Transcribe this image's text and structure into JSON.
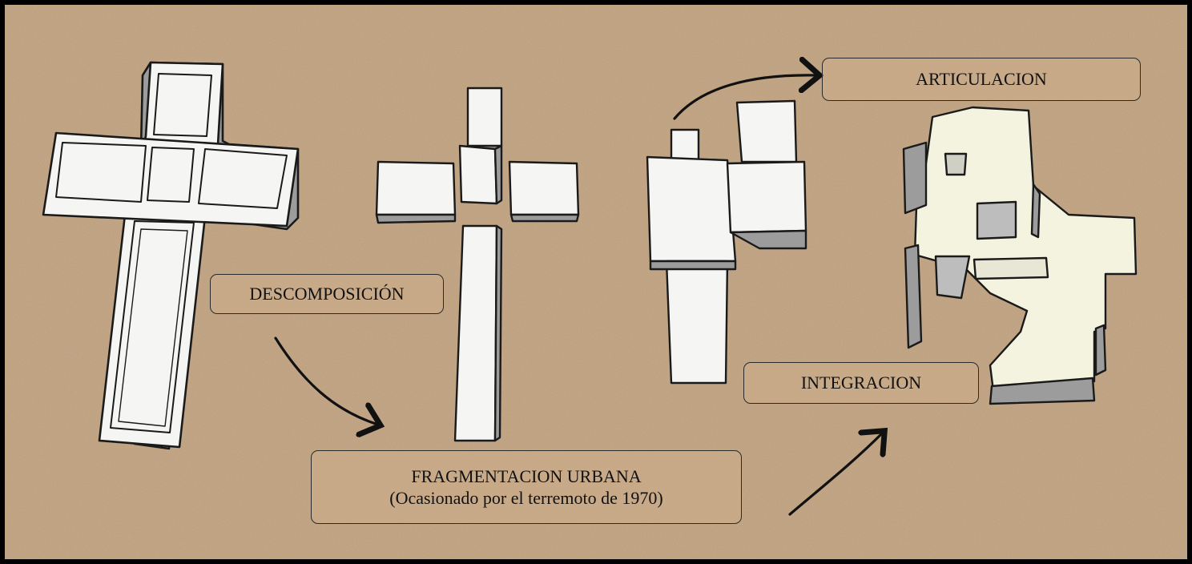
{
  "labels": {
    "descomposicion": "DESCOMPOSICIÓN",
    "fragmentacion_title": "FRAGMENTACION URBANA",
    "fragmentacion_note": "(Ocasionado por el terremoto de 1970)",
    "articulacion": "ARTICULACION",
    "integracion": "INTEGRACION"
  },
  "colors": {
    "background": "#c8aa88",
    "frame": "#000000",
    "block_top": "#f6f6f4",
    "block_side": "#9a9a9a",
    "block_top_integrated": "#f5f4e2",
    "ink": "#1a1a1a"
  }
}
